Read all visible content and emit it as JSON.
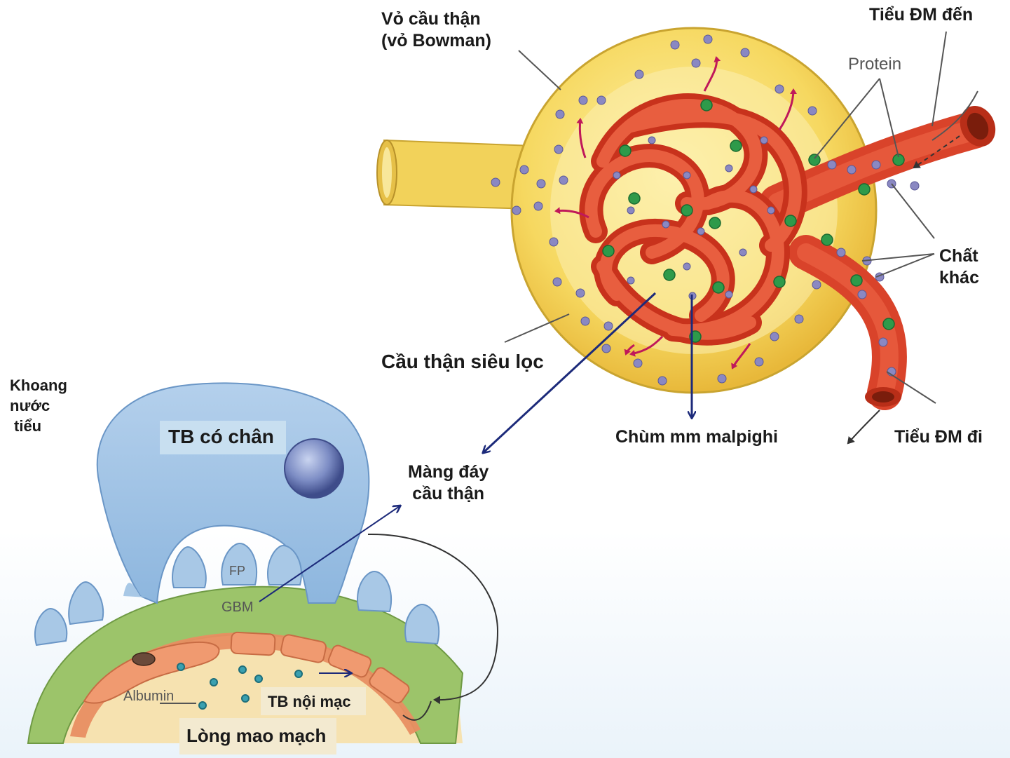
{
  "labels": {
    "bowman_line1": "Vỏ cầu thận",
    "bowman_line2": "(vỏ Bowman)",
    "afferent": "Tiểu ĐM đến",
    "protein": "Protein",
    "other_line1": "Chất",
    "other_line2": "khác",
    "glomerulus": "Cầu thận siêu lọc",
    "malpighi": "Chùm mm malpighi",
    "efferent": "Tiểu ĐM đi",
    "urine_space_line1": "Khoang",
    "urine_space_line2": "nước",
    "urine_space_line3": "tiểu",
    "podocyte": "TB có chân",
    "basement_line1": "Màng đáy",
    "basement_line2": "cầu thận",
    "fp": "FP",
    "gbm": "GBM",
    "albumin": "Albumin",
    "endothelial": "TB nội mạc",
    "capillary_lumen": "Lòng mao mạch"
  },
  "colors": {
    "capsule": "#f4d35e",
    "capillary": "#e0452a",
    "podocyte": "#a8c8e6",
    "gbm": "#9cc46a",
    "endothelial": "#e8956a",
    "lumen": "#f7e6b8",
    "arrow": "#1c2a7a",
    "filtration_arrow": "#c0185a"
  }
}
